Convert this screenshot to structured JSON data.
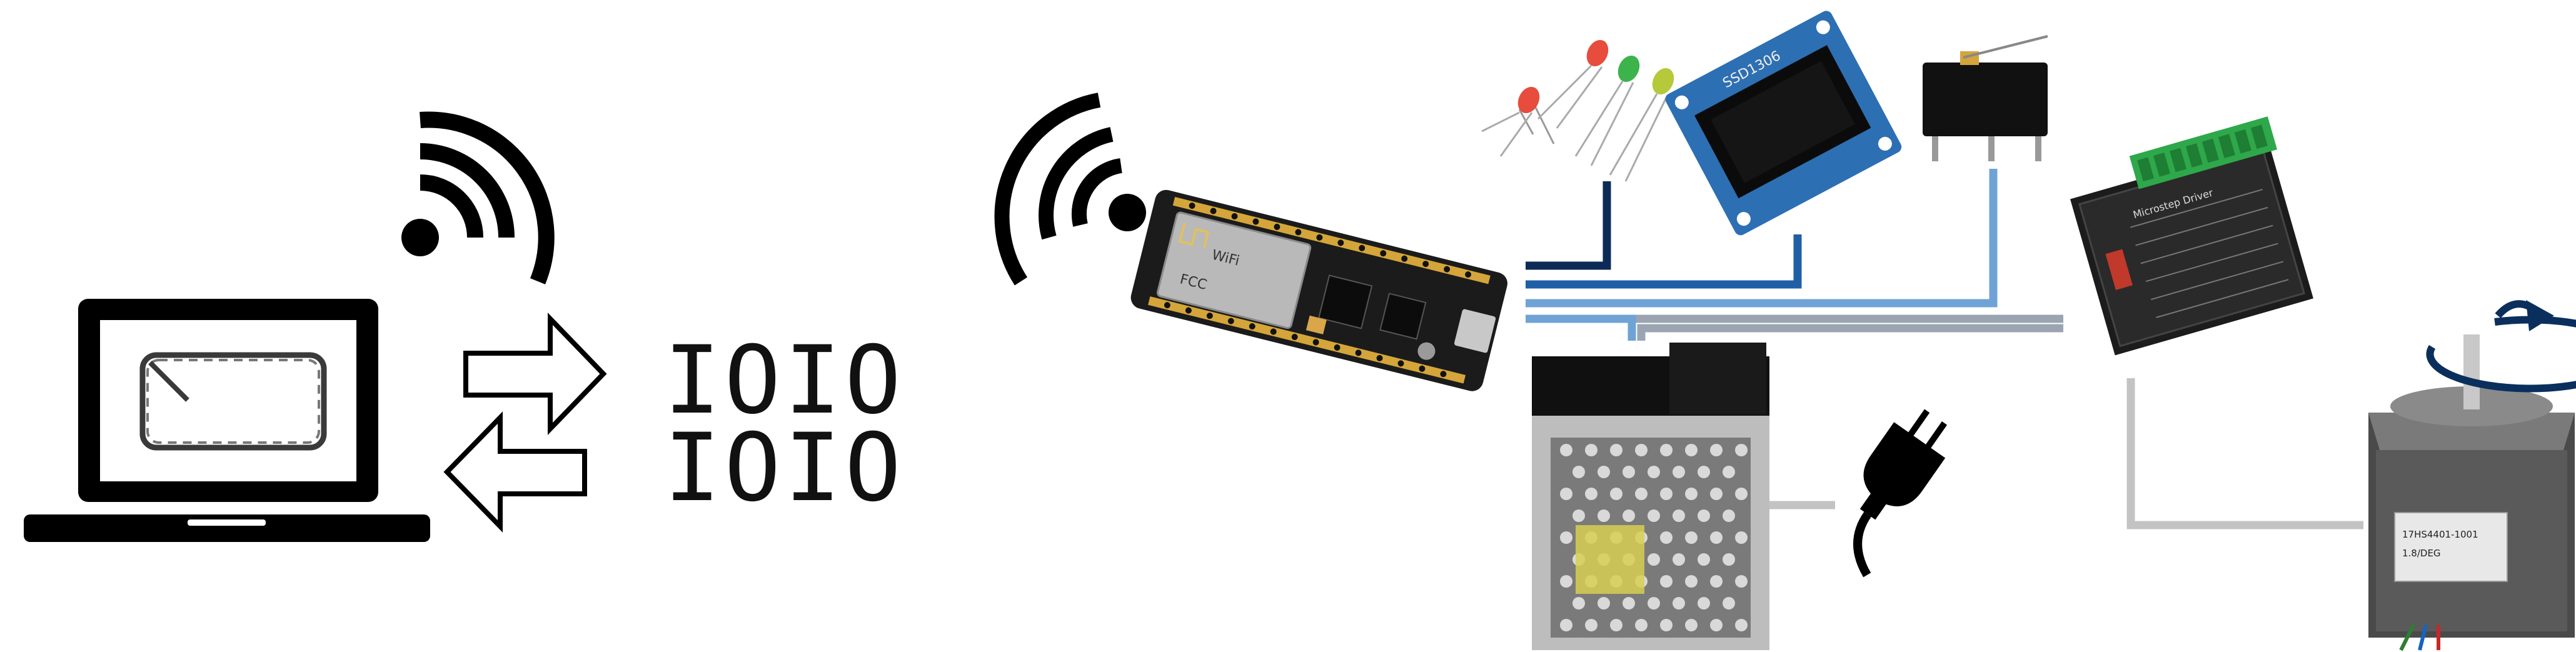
{
  "binary": {
    "line1": "IOIO",
    "line2": "IOIO"
  },
  "nodemcu": {
    "label_line1": "WiFi",
    "label_line2": "FCC"
  },
  "oled": {
    "silk": "SSD1306"
  },
  "driver": {
    "silk": "Microstep Driver"
  },
  "motor": {
    "label_line1": "17HS4401-1001",
    "label_line2": "1.8/DEG"
  },
  "colors": {
    "line_dark": "#0d2b57",
    "line_blue": "#1f5fa6",
    "line_light": "#6fa3d6",
    "line_gray": "#9aa5b1",
    "line_lightgray": "#c3c3c3",
    "rotation_arrow": "#0b2f5c",
    "pcb_green": "#2ea84a"
  },
  "icons": [
    "laptop-icon",
    "wifi-icon",
    "arrow-right-icon",
    "arrow-left-icon",
    "plug-icon",
    "rotation-arrow-icon"
  ]
}
